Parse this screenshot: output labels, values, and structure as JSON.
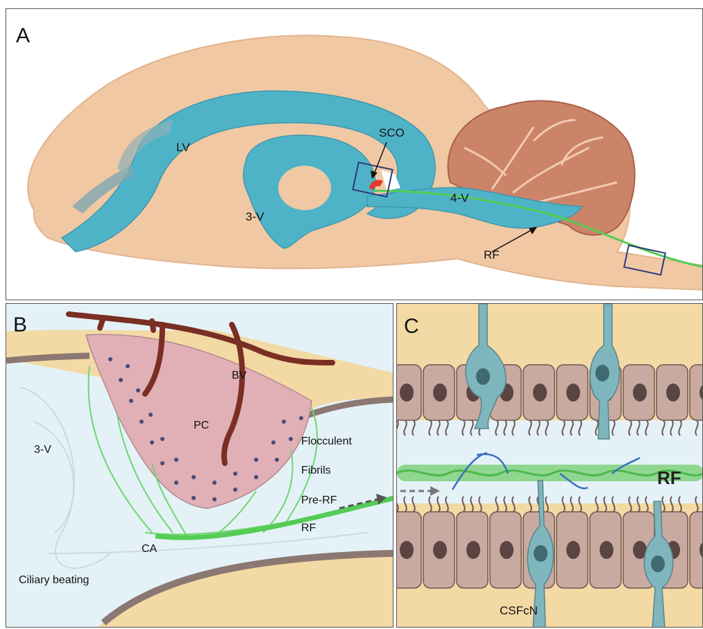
{
  "panels": {
    "a": {
      "label": "A",
      "sco": "SCO",
      "lv": "LV",
      "v3": "3-V",
      "v4": "4-V",
      "rf": "RF"
    },
    "b": {
      "label": "B",
      "bv": "BV",
      "pc": "PC",
      "v3": "3-V",
      "flocculent": "Flocculent",
      "fibrils": "Fibrils",
      "pre_rf": "Pre-RF",
      "rf": "RF",
      "ca": "CA",
      "ciliary": "Ciliary beating"
    },
    "c": {
      "label": "C",
      "rf": "RF",
      "csfcn": "CSFcN"
    }
  },
  "colors": {
    "brain": "#f0c8a4",
    "ventricle": "#4fb3c8",
    "cerebellum": "#cc8468",
    "fiber": "#55cc55",
    "vessel": "#7a2e24",
    "sco": "#d8a0a8",
    "csf": "#e4f2f8",
    "tissue": "#f3d9a4",
    "ependymal_cell": "#c9aaa1",
    "csfcn": "#7fb6be"
  }
}
